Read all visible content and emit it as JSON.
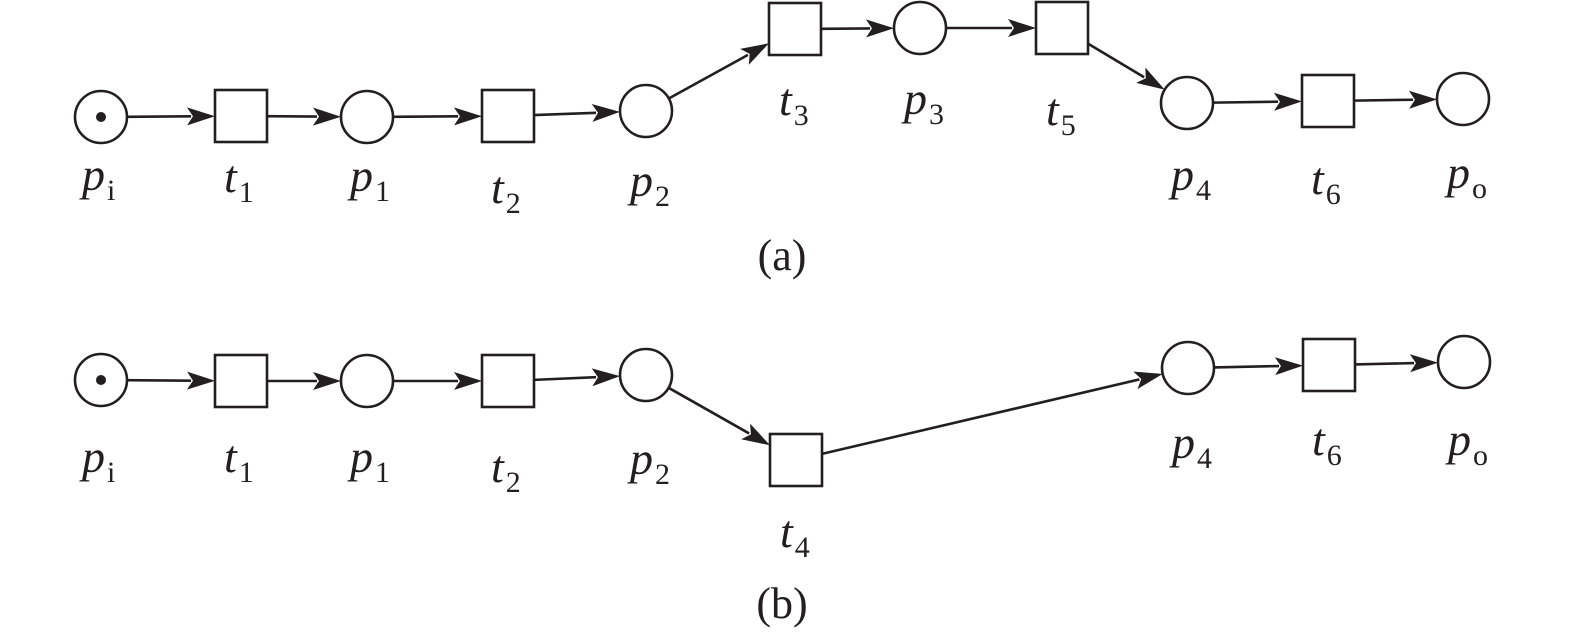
{
  "diagrams": [
    {
      "caption": "(a)",
      "nodes": [
        {
          "id": "pi",
          "kind": "place",
          "name": "p",
          "sub": "i",
          "token": true
        },
        {
          "id": "t1",
          "kind": "transition",
          "name": "t",
          "sub": "1"
        },
        {
          "id": "p1",
          "kind": "place",
          "name": "p",
          "sub": "1"
        },
        {
          "id": "t2",
          "kind": "transition",
          "name": "t",
          "sub": "2"
        },
        {
          "id": "p2",
          "kind": "place",
          "name": "p",
          "sub": "2"
        },
        {
          "id": "t3",
          "kind": "transition",
          "name": "t",
          "sub": "3"
        },
        {
          "id": "p3",
          "kind": "place",
          "name": "p",
          "sub": "3"
        },
        {
          "id": "t5",
          "kind": "transition",
          "name": "t",
          "sub": "5"
        },
        {
          "id": "p4",
          "kind": "place",
          "name": "p",
          "sub": "4"
        },
        {
          "id": "t6",
          "kind": "transition",
          "name": "t",
          "sub": "6"
        },
        {
          "id": "po",
          "kind": "place",
          "name": "p",
          "sub": "o"
        }
      ],
      "arcs": [
        [
          "pi",
          "t1"
        ],
        [
          "t1",
          "p1"
        ],
        [
          "p1",
          "t2"
        ],
        [
          "t2",
          "p2"
        ],
        [
          "p2",
          "t3"
        ],
        [
          "t3",
          "p3"
        ],
        [
          "p3",
          "t5"
        ],
        [
          "t5",
          "p4"
        ],
        [
          "p4",
          "t6"
        ],
        [
          "t6",
          "po"
        ]
      ]
    },
    {
      "caption": "(b)",
      "nodes": [
        {
          "id": "pi",
          "kind": "place",
          "name": "p",
          "sub": "i",
          "token": true
        },
        {
          "id": "t1",
          "kind": "transition",
          "name": "t",
          "sub": "1"
        },
        {
          "id": "p1",
          "kind": "place",
          "name": "p",
          "sub": "1"
        },
        {
          "id": "t2",
          "kind": "transition",
          "name": "t",
          "sub": "2"
        },
        {
          "id": "p2",
          "kind": "place",
          "name": "p",
          "sub": "2"
        },
        {
          "id": "t4",
          "kind": "transition",
          "name": "t",
          "sub": "4"
        },
        {
          "id": "p4",
          "kind": "place",
          "name": "p",
          "sub": "4"
        },
        {
          "id": "t6",
          "kind": "transition",
          "name": "t",
          "sub": "6"
        },
        {
          "id": "po",
          "kind": "place",
          "name": "p",
          "sub": "o"
        }
      ],
      "arcs": [
        [
          "pi",
          "t1"
        ],
        [
          "t1",
          "p1"
        ],
        [
          "p1",
          "t2"
        ],
        [
          "t2",
          "p2"
        ],
        [
          "p2",
          "t4"
        ],
        [
          "t4",
          "p4"
        ],
        [
          "p4",
          "t6"
        ],
        [
          "t6",
          "po"
        ]
      ]
    }
  ],
  "colors": {
    "stroke": "#231f20",
    "fill": "#ffffff"
  }
}
